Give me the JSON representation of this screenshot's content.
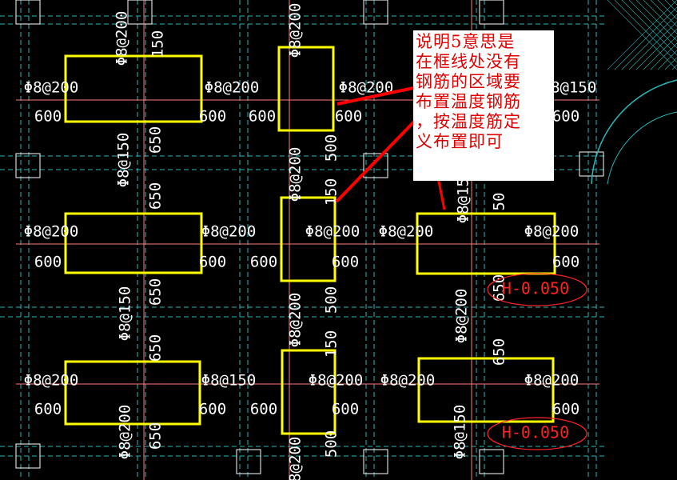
{
  "annotation": {
    "lines": [
      "说明5意思是",
      "在框线处没有",
      "钢筋的区域要",
      "布置温度钢筋",
      "，按温度筋定",
      "义布置即可"
    ]
  },
  "colors": {
    "background": "#000000",
    "dim_text": "#ffffff",
    "grid_line": "#2ab7b7",
    "rebar_line": "#ff7a7a",
    "highlight_box": "#ffff00",
    "arrow": "#ff0000",
    "elevation": "#ff2222"
  },
  "labels": {
    "r200": "Φ8@200",
    "r150": "Φ8@150",
    "d600": "600",
    "d650": "650",
    "d500": "500",
    "d150": "150",
    "d50": "50",
    "elev": "H-0.050"
  }
}
